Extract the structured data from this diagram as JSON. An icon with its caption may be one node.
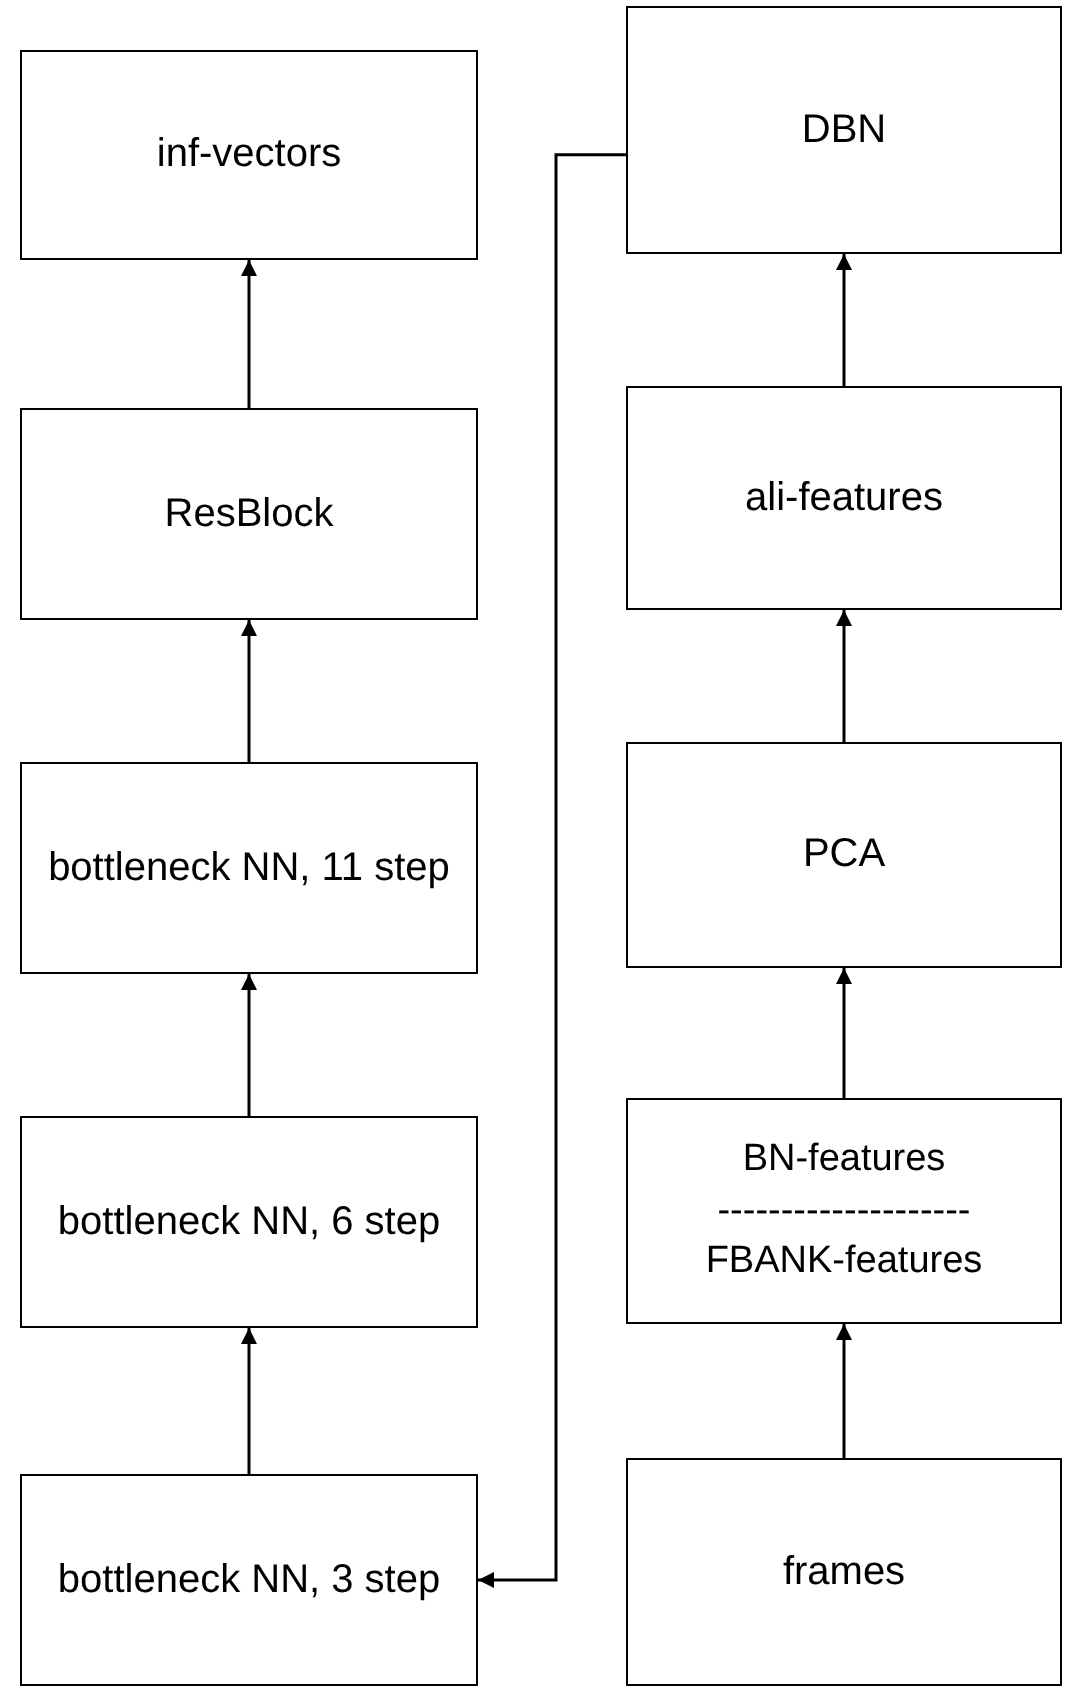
{
  "diagram": {
    "nodes": [
      {
        "text": [
          "inf-vectors"
        ]
      },
      {
        "text": [
          "ResBlock"
        ]
      },
      {
        "text": [
          "bottleneck NN, 11 step"
        ]
      },
      {
        "text": [
          "bottleneck NN, 6 step"
        ]
      },
      {
        "text": [
          "bottleneck NN, 3 step"
        ]
      },
      {
        "text": [
          "DBN"
        ]
      },
      {
        "text": [
          "ali-features"
        ]
      },
      {
        "text": [
          "PCA"
        ]
      },
      {
        "text": [
          "BN-features",
          "--------------------",
          "FBANK-features"
        ]
      },
      {
        "text": [
          "frames"
        ]
      }
    ],
    "edges": [
      {
        "from": 4,
        "to": 3,
        "arrow": "to"
      },
      {
        "from": 3,
        "to": 2,
        "arrow": "to"
      },
      {
        "from": 2,
        "to": 1,
        "arrow": "to"
      },
      {
        "from": 1,
        "to": 0,
        "arrow": "to"
      },
      {
        "from": 9,
        "to": 8,
        "arrow": "to"
      },
      {
        "from": 8,
        "to": 7,
        "arrow": "to"
      },
      {
        "from": 7,
        "to": 6,
        "arrow": "to"
      },
      {
        "from": 6,
        "to": 5,
        "arrow": "to"
      },
      {
        "from": 5,
        "to": 4,
        "arrow": "to"
      }
    ]
  }
}
